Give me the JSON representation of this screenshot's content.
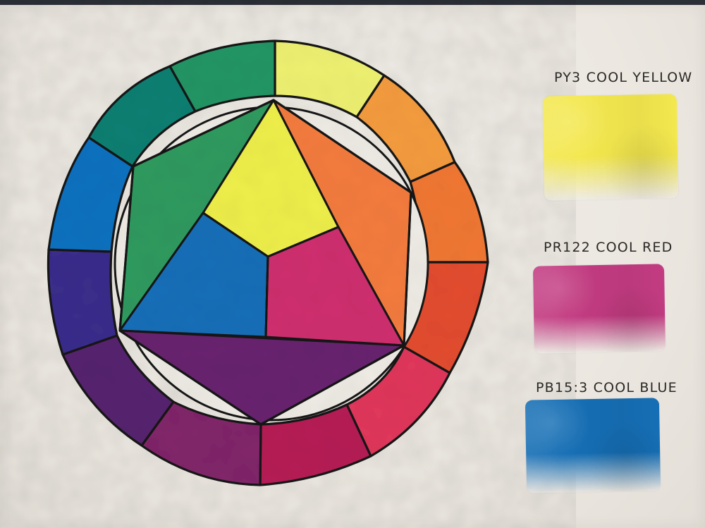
{
  "swatches": [
    {
      "label": "PY3 COOL YELLOW",
      "color": "#f4e84c"
    },
    {
      "label": "PR122 COOL RED",
      "color": "#c53b83"
    },
    {
      "label": "PB15:3 COOL BLUE",
      "color": "#156fb7"
    }
  ],
  "wheel": {
    "outer_ring_colors": [
      "#edf070",
      "#f49b3e",
      "#f07733",
      "#e34c2e",
      "#e0375b",
      "#b51c55",
      "#81256a",
      "#56236f",
      "#3a2d8b",
      "#1171bf",
      "#0f7f72",
      "#249565",
      "#78bf4a"
    ],
    "inner_shape_colors": [
      "#eeee4b",
      "#f47c3f",
      "#2f9a5f",
      "#176fb8",
      "#cf2f6e",
      "#68236f"
    ]
  }
}
